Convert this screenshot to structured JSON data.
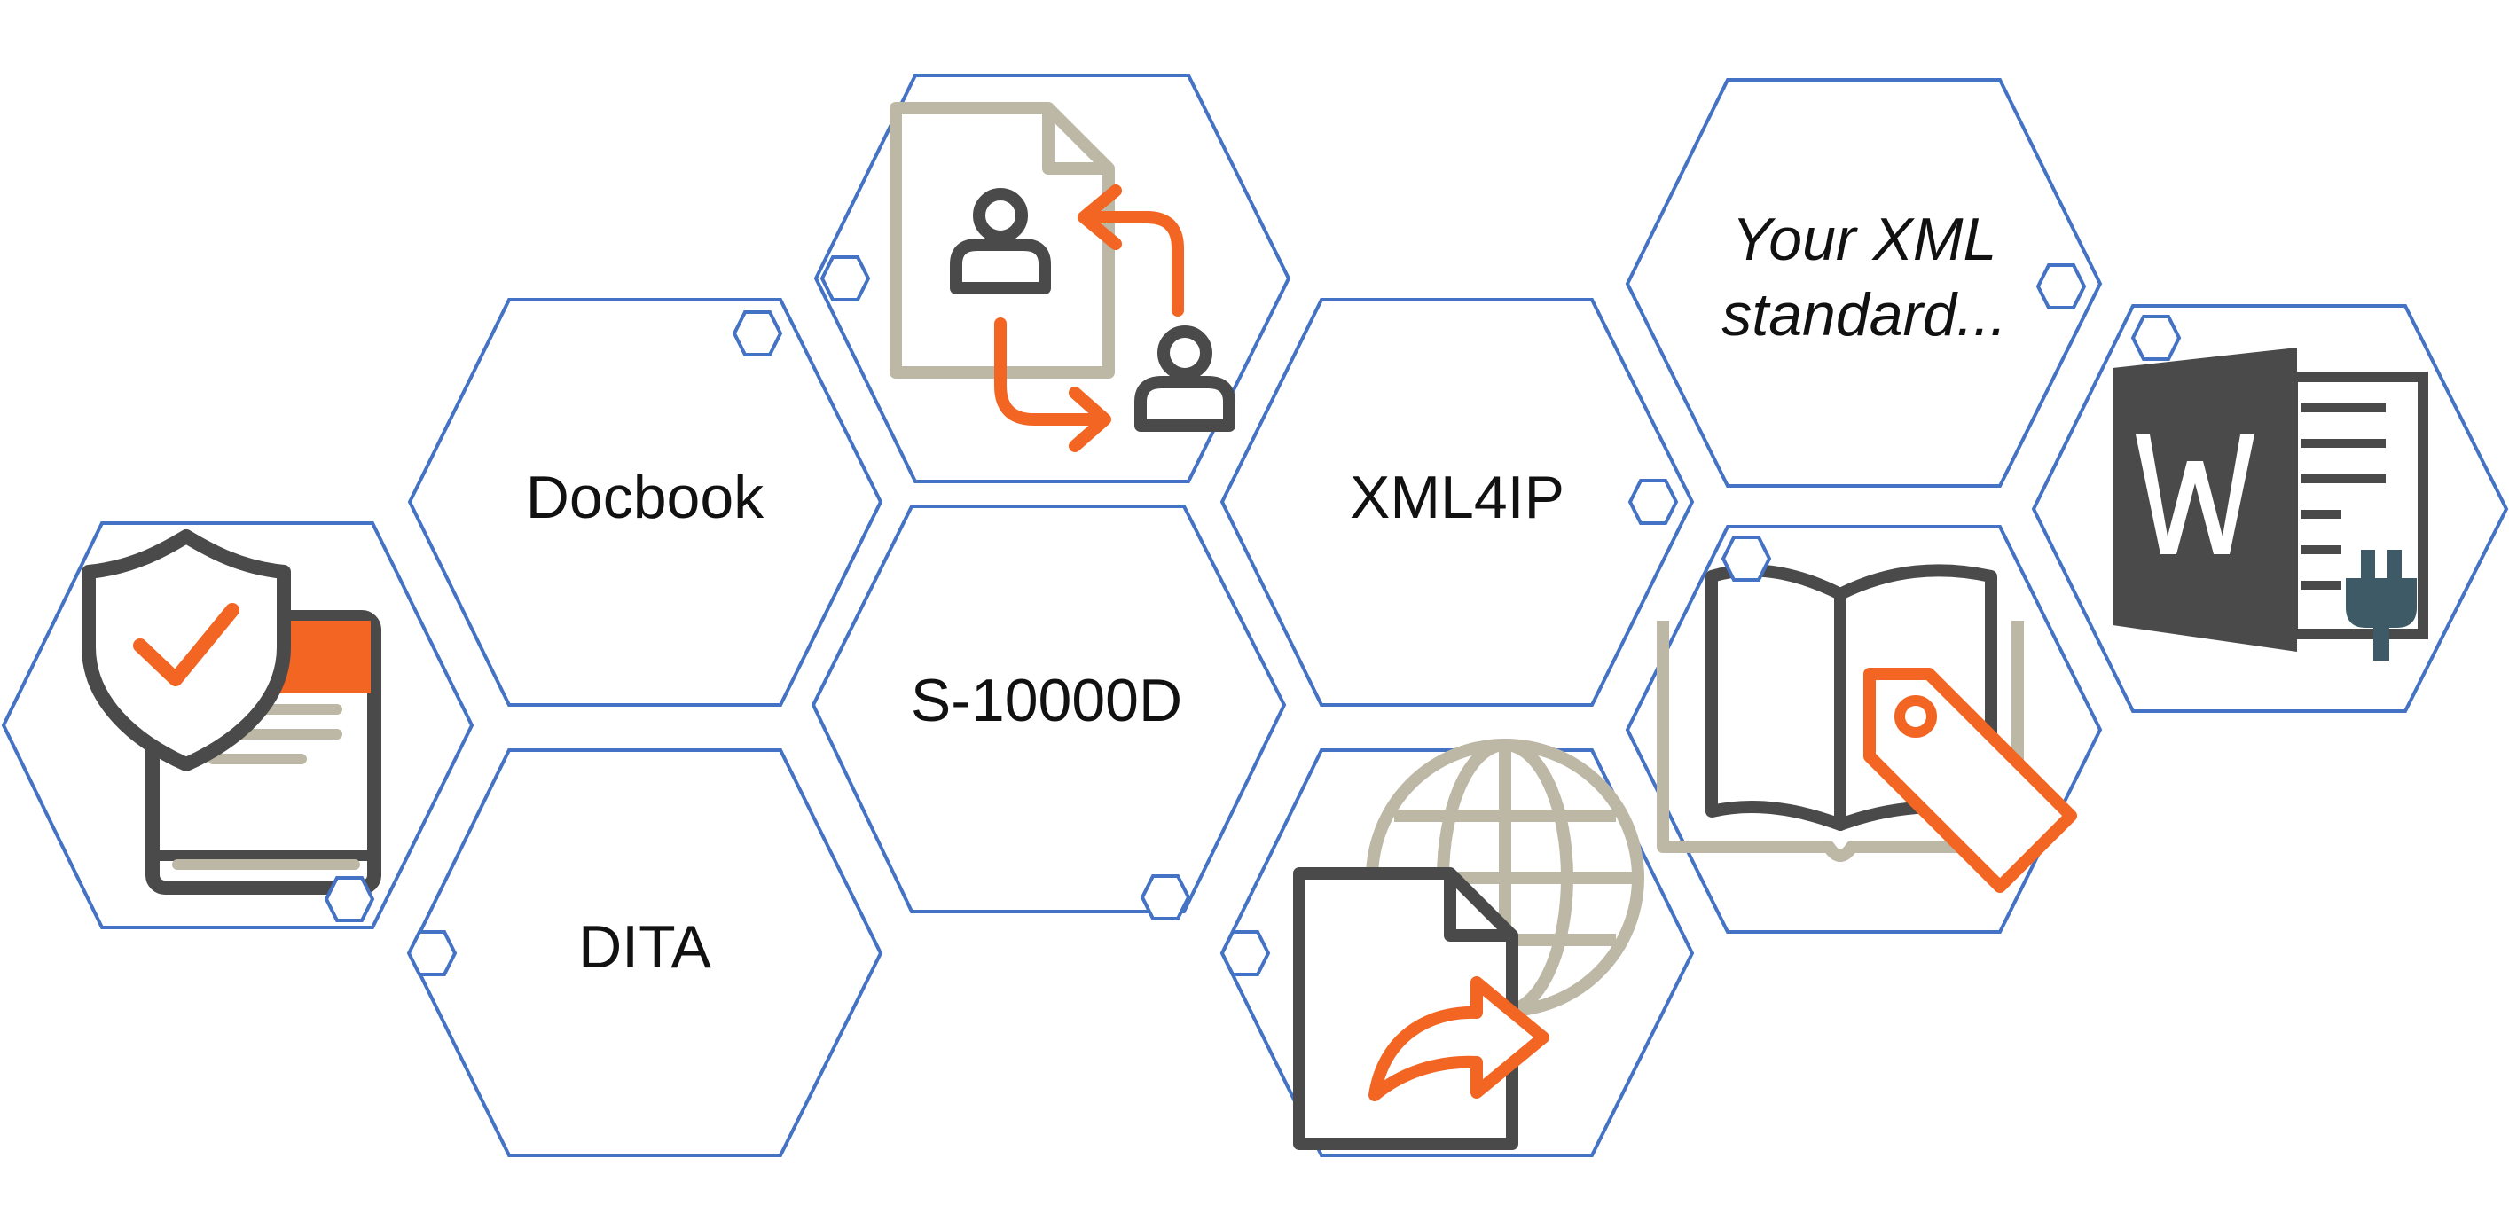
{
  "colors": {
    "outline": "#4472C4",
    "accent_orange": "#F26522",
    "icon_dark": "#4A4A4A",
    "icon_khaki": "#BDB8A5",
    "plug_slate": "#3D5A66",
    "text": "#111111"
  },
  "tiles": {
    "docbook": {
      "label": "Docbook"
    },
    "dita": {
      "label": "DITA"
    },
    "s10000d": {
      "label": "S-10000D"
    },
    "xml4ip": {
      "label": "XML4IP"
    },
    "your_xml": {
      "line1": "Your XML",
      "line2": "standard..."
    }
  },
  "icons": {
    "shield_book": "shield-book-icon",
    "collaboration": "document-collaboration-icon",
    "globe_share": "globe-share-document-icon",
    "tagged_book": "tagged-book-icon",
    "word_plugin": "word-plugin-icon"
  }
}
